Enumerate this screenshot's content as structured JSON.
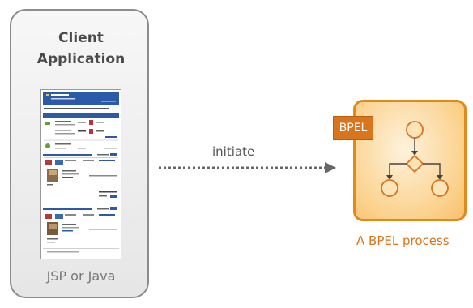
{
  "client": {
    "title_line1": "Client",
    "title_line2": "Application",
    "subtitle": "JSP or Java",
    "screenshot_icon": "web-page-thumbnail-icon"
  },
  "connector": {
    "label": "initiate",
    "style": "dotted-arrow"
  },
  "process": {
    "tag": "BPEL",
    "caption": "A BPEL process",
    "flow_icon": "bpel-flowchart-icon"
  },
  "colors": {
    "accent": "#d9751c",
    "process_border": "#e08a1e",
    "process_fill": "#fbd28e",
    "client_border": "#8c8c8c",
    "thumbnail_header": "#2a5aa8",
    "text_gray": "#4a4a4a"
  }
}
